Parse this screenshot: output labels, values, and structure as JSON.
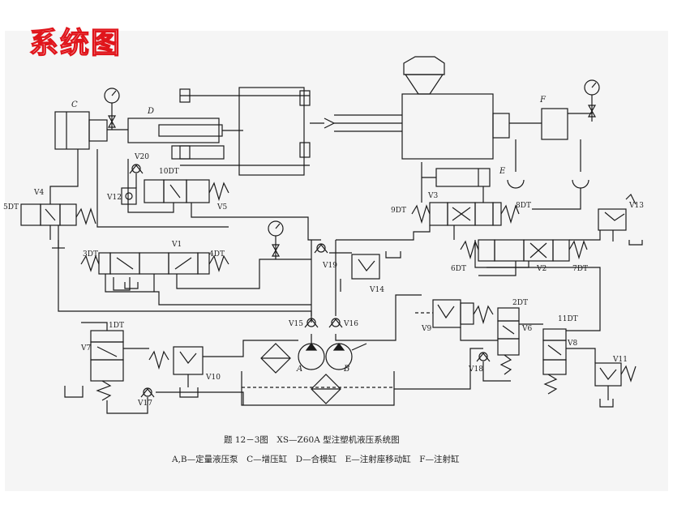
{
  "title": "系统图",
  "caption": {
    "line1": "题 12－3图　XS—Z60A 型注塑机液压系统图",
    "line2": "A,B—定量液压泵　C—增压缸　D—合模缸　E—注射座移动缸　F—注射缸"
  },
  "components": {
    "C": "C",
    "D": "D",
    "E": "E",
    "F": "F",
    "A": "A",
    "B": "B"
  },
  "solenoids": {
    "dt1": "1DT",
    "dt2": "2DT",
    "dt3": "3DT",
    "dt4": "4DT",
    "dt5": "5DT",
    "dt6": "6DT",
    "dt7": "7DT",
    "dt8": "8DT",
    "dt9": "9DT",
    "dt10": "10DT",
    "dt11": "11DT"
  },
  "valves": {
    "v1": "V1",
    "v2": "V2",
    "v3": "V3",
    "v4": "V4",
    "v5": "V5",
    "v6": "V6",
    "v7": "V7",
    "v8": "V8",
    "v9": "V9",
    "v10": "V10",
    "v11": "V11",
    "v12": "V12",
    "v13": "V13",
    "v14": "V14",
    "v15": "V15",
    "v16": "V16",
    "v17": "V17",
    "v18": "V18",
    "v19": "V19",
    "v20": "V20"
  },
  "colors": {
    "title": "#e0151b",
    "line": "#1a1a1a",
    "sheet": "#f5f5f5"
  }
}
